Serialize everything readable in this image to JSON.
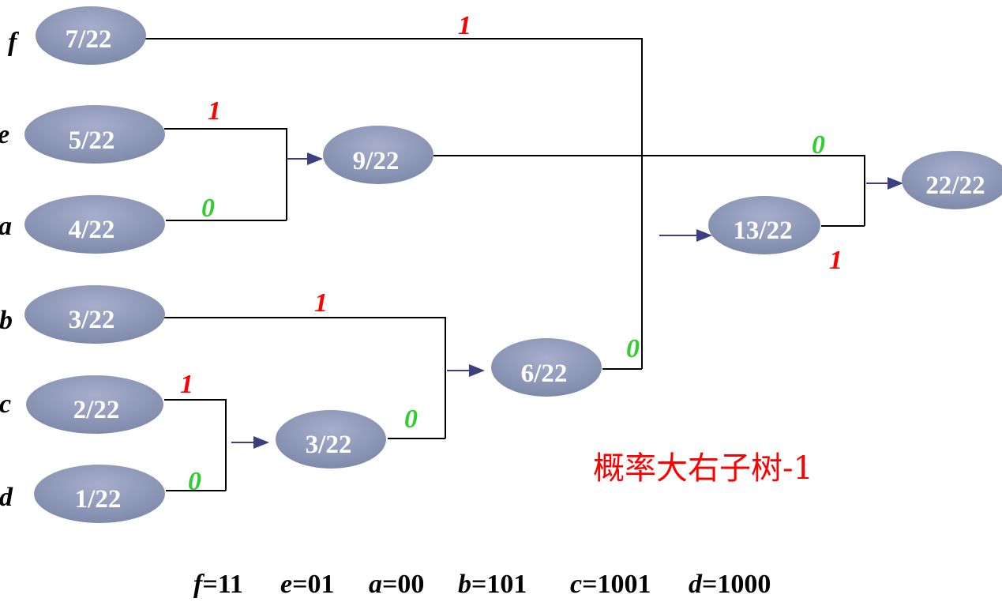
{
  "leaves": {
    "f": {
      "symbol": "f",
      "prob": "7/22"
    },
    "e": {
      "symbol": "e",
      "prob": "5/22"
    },
    "a": {
      "symbol": "a",
      "prob": "4/22"
    },
    "b": {
      "symbol": "b",
      "prob": "3/22"
    },
    "c": {
      "symbol": "c",
      "prob": "2/22"
    },
    "d": {
      "symbol": "d",
      "prob": "1/22"
    }
  },
  "internal": {
    "n9": {
      "prob": "9/22"
    },
    "n3": {
      "prob": "3/22"
    },
    "n6": {
      "prob": "6/22"
    },
    "n13": {
      "prob": "13/22"
    },
    "root": {
      "prob": "22/22"
    }
  },
  "edge_labels": {
    "f": "1",
    "e": "1",
    "a": "0",
    "n9": "0",
    "n13": "1",
    "b": "1",
    "n6": "0",
    "c": "1",
    "d": "0",
    "n3": "0"
  },
  "colors": {
    "one": "#ff0000",
    "zero": "#33cc33",
    "node_fill": "#8e99b8",
    "arrow": "#3d3f80"
  },
  "caption": "概率大右子树-1",
  "codes": [
    {
      "symbol": "f",
      "value": "=11"
    },
    {
      "symbol": "e",
      "value": "=01"
    },
    {
      "symbol": "a",
      "value": "=00"
    },
    {
      "symbol": "b",
      "value": "=101"
    },
    {
      "symbol": "c",
      "value": "=1001"
    },
    {
      "symbol": "d",
      "value": "=1000"
    }
  ]
}
